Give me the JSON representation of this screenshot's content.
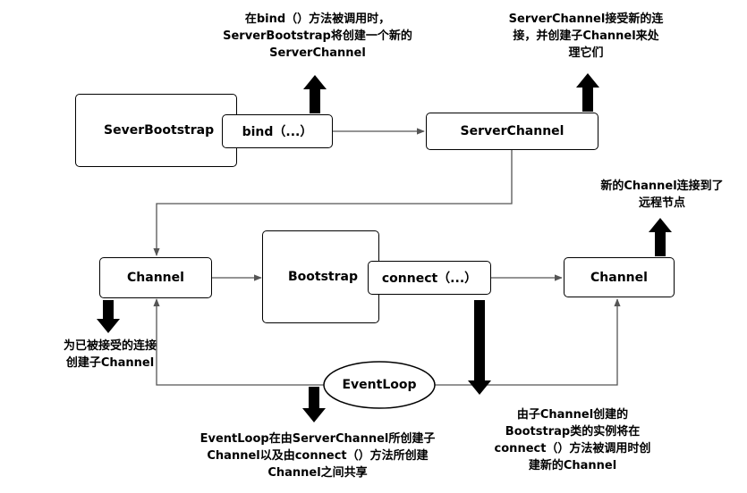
{
  "nodes": {
    "sever_bootstrap": "SeverBootstrap",
    "bind": "bind（...）",
    "server_channel": "ServerChannel",
    "channel_left": "Channel",
    "bootstrap": "Bootstrap",
    "connect": "connect（...）",
    "channel_right": "Channel",
    "event_loop": "EventLoop"
  },
  "notes": {
    "bind_note": [
      "在bind（）方法被调用时，",
      "ServerBootstrap将创建一个新的",
      "ServerChannel"
    ],
    "server_channel_note": [
      "ServerChannel接受新的连",
      "接，并创建子Channel来处",
      "理它们"
    ],
    "remote_note": [
      "新的Channel连接到了",
      "远程节点"
    ],
    "accepted_note": [
      "为已被接受的连接",
      "创建子Channel"
    ],
    "event_loop_note": [
      "EventLoop在由ServerChannel所创建子",
      "Channel以及由connect（）方法所创建",
      "Channel之间共享"
    ],
    "connect_note": [
      "由子Channel创建的",
      "Bootstrap类的实例将在",
      "connect（）方法被调用时创",
      "建新的Channel"
    ]
  },
  "colors": {
    "stroke": "#000000",
    "fill": "#ffffff",
    "text": "#000000"
  }
}
